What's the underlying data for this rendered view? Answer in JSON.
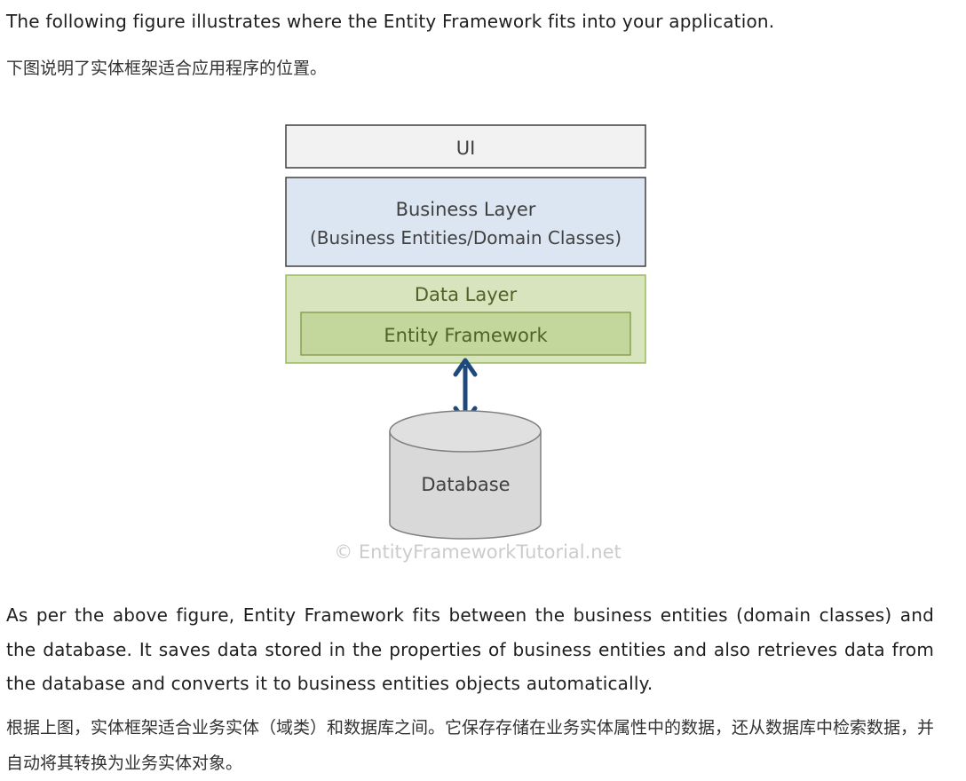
{
  "intro_en": "The following figure illustrates where the Entity Framework fits into your application.",
  "intro_cn": "下图说明了实体框架适合应用程序的位置。",
  "figure": {
    "ui_label": "UI",
    "business_layer_label": "Business Layer",
    "business_layer_sub": "(Business Entities/Domain Classes)",
    "data_layer_label": "Data Layer",
    "entity_framework_label": "Entity Framework",
    "database_label": "Database",
    "watermark": "© EntityFrameworkTutorial.net",
    "colors": {
      "ui_fill": "#f2f2f2",
      "business_fill": "#dce6f2",
      "data_fill": "#d7e4bd",
      "ef_fill": "#c3d69b",
      "db_fill": "#d9d9d9",
      "arrow": "#1f497d",
      "watermark": "#c8c8c8"
    }
  },
  "body_en": "As per the above figure, Entity Framework fits between the business entities (domain classes) and the database. It saves data stored in the properties of business entities and also retrieves data from the database and converts it to business entities objects automatically.",
  "body_cn": "根据上图，实体框架适合业务实体（域类）和数据库之间。它保存存储在业务实体属性中的数据，还从数据库中检索数据，并自动将其转换为业务实体对象。"
}
